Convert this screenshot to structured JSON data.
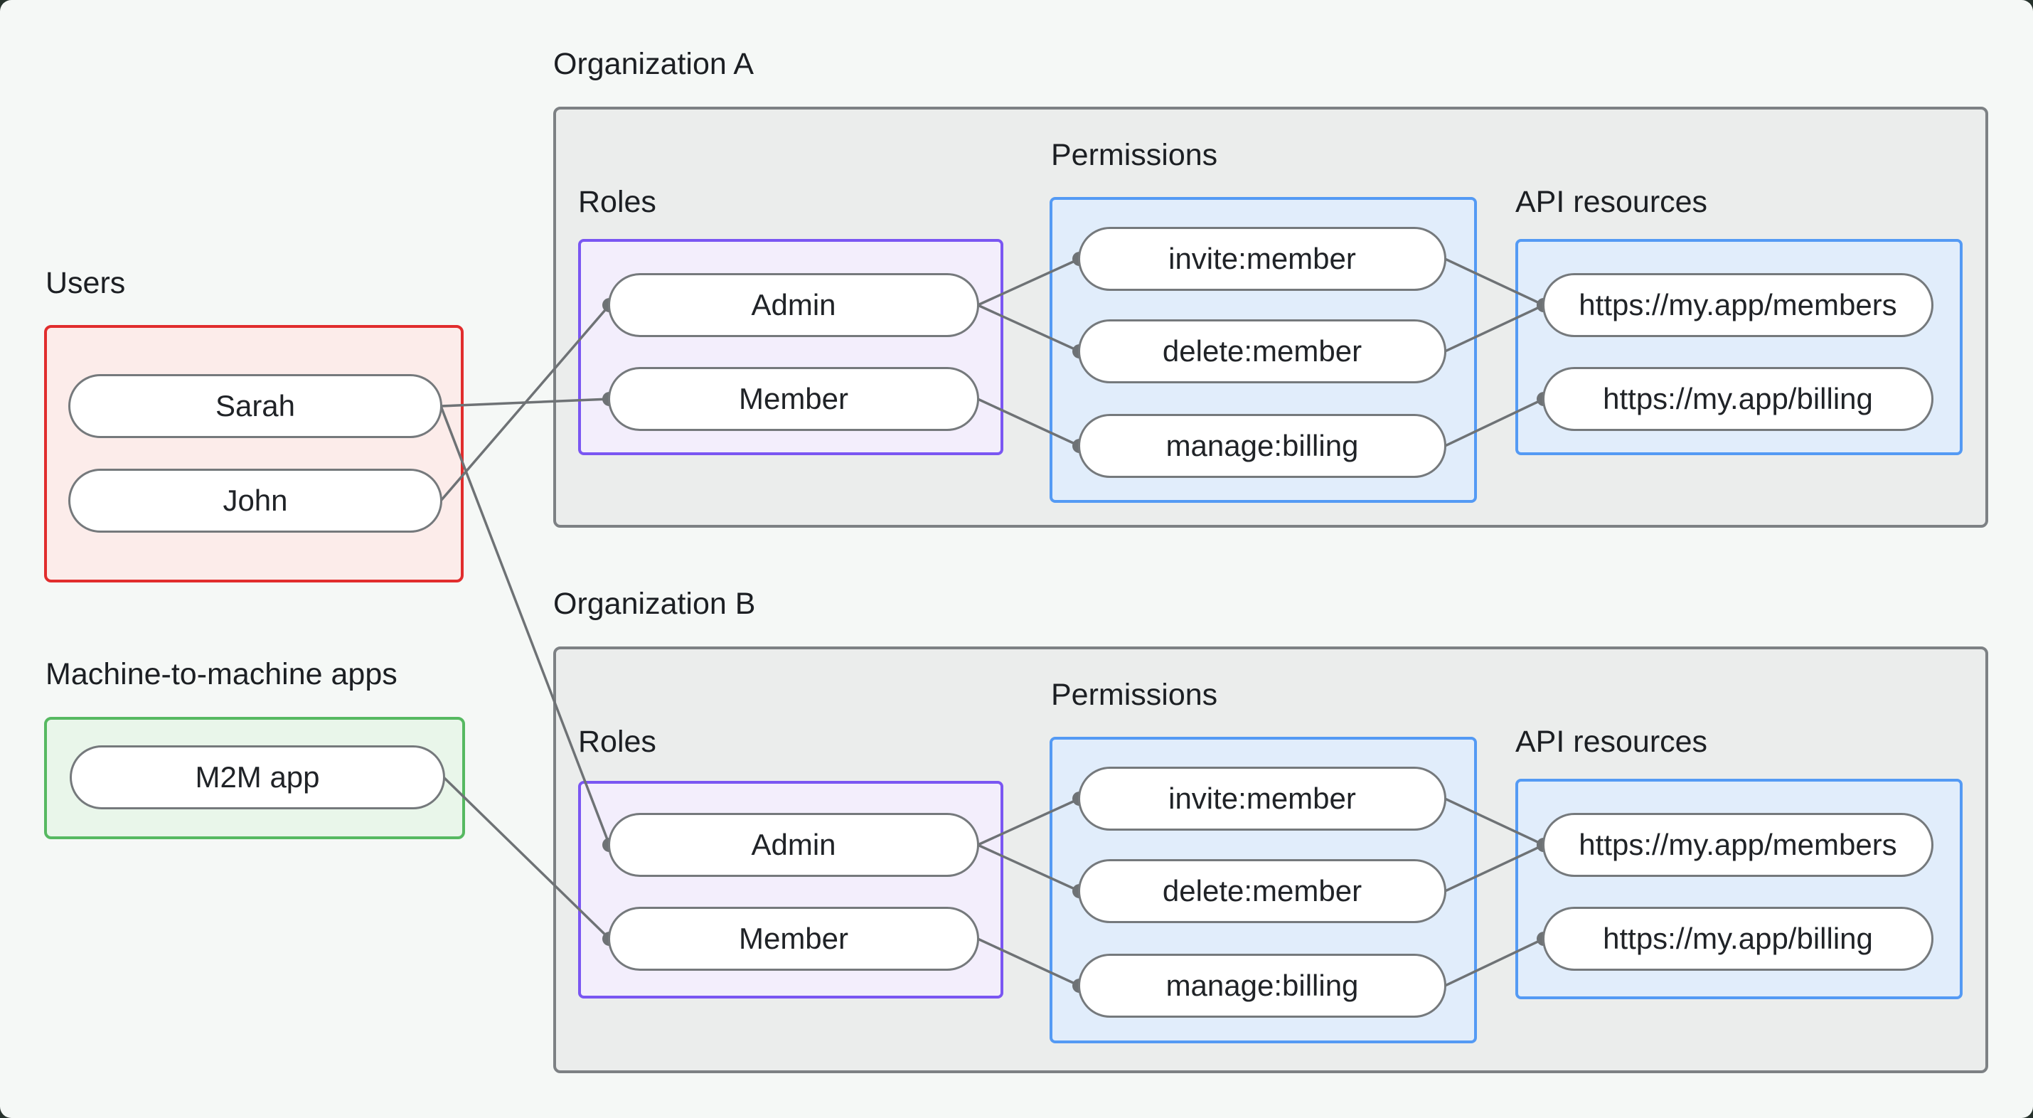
{
  "diagram": {
    "groups": {
      "users": {
        "label": "Users"
      },
      "m2m": {
        "label": "Machine-to-machine apps"
      },
      "org_a": {
        "label": "Organization A",
        "sections": {
          "roles": "Roles",
          "permissions": "Permissions",
          "api_resources": "API resources"
        }
      },
      "org_b": {
        "label": "Organization B",
        "sections": {
          "roles": "Roles",
          "permissions": "Permissions",
          "api_resources": "API resources"
        }
      }
    },
    "nodes": {
      "sarah": {
        "label": "Sarah"
      },
      "john": {
        "label": "John"
      },
      "m2m_app": {
        "label": "M2M app"
      },
      "admin_a": {
        "label": "Admin"
      },
      "member_a": {
        "label": "Member"
      },
      "invite_a": {
        "label": "invite:member"
      },
      "delete_a": {
        "label": "delete:member"
      },
      "manage_a": {
        "label": "manage:billing"
      },
      "members_a": {
        "label": "https://my.app/members"
      },
      "billing_a": {
        "label": "https://my.app/billing"
      },
      "admin_b": {
        "label": "Admin"
      },
      "member_b": {
        "label": "Member"
      },
      "invite_b": {
        "label": "invite:member"
      },
      "delete_b": {
        "label": "delete:member"
      },
      "manage_b": {
        "label": "manage:billing"
      },
      "members_b": {
        "label": "https://my.app/members"
      },
      "billing_b": {
        "label": "https://my.app/billing"
      }
    },
    "edges": [
      [
        "sarah",
        "member_a"
      ],
      [
        "john",
        "admin_a"
      ],
      [
        "sarah",
        "admin_b"
      ],
      [
        "m2m_app",
        "member_b"
      ],
      [
        "admin_a",
        "invite_a"
      ],
      [
        "admin_a",
        "delete_a"
      ],
      [
        "member_a",
        "manage_a"
      ],
      [
        "invite_a",
        "members_a"
      ],
      [
        "delete_a",
        "members_a"
      ],
      [
        "manage_a",
        "billing_a"
      ],
      [
        "admin_b",
        "invite_b"
      ],
      [
        "admin_b",
        "delete_b"
      ],
      [
        "member_b",
        "manage_b"
      ],
      [
        "invite_b",
        "members_b"
      ],
      [
        "delete_b",
        "members_b"
      ],
      [
        "manage_b",
        "billing_b"
      ]
    ],
    "colors": {
      "page_background": "#f5f8f6",
      "org_box_fill": "#ebedec",
      "org_box_border": "#7d8184",
      "users_fill": "#fcecea",
      "users_border": "#e12d2d",
      "m2m_fill": "#e9f6ea",
      "m2m_border": "#56b961",
      "roles_fill": "#f3eefc",
      "roles_border": "#7a56f2",
      "blue_fill": "#e1edfb",
      "blue_border": "#549af4",
      "pill_fill": "#ffffff",
      "pill_border": "#75797c",
      "connector": "#6e7275",
      "text": "#1c1f23"
    }
  }
}
